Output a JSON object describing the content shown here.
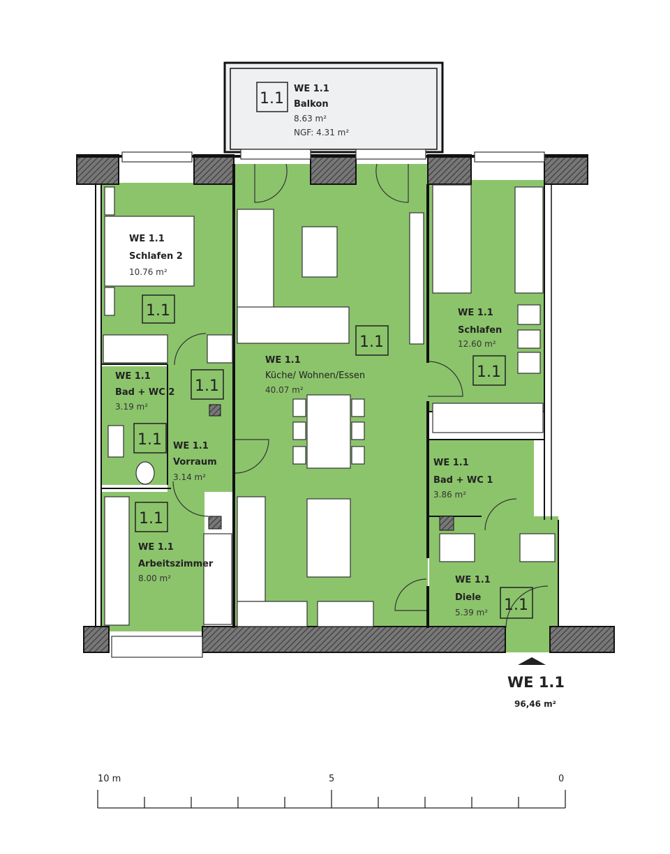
{
  "colors": {
    "room_fill": "#8cc46c",
    "balcony_fill": "#eef0f2",
    "wall": "#111111"
  },
  "unit_tag": "1.1",
  "rooms": [
    {
      "unit": "WE 1.1",
      "name": "Balkon",
      "area": "8.63 m²",
      "extra": "NGF: 4.31 m²"
    },
    {
      "unit": "WE 1.1",
      "name": "Schlafen 2",
      "area": "10.76 m²"
    },
    {
      "unit": "WE 1.1",
      "name": "Küche/ Wohnen/Essen",
      "area": "40.07 m²"
    },
    {
      "unit": "WE 1.1",
      "name": "Schlafen",
      "area": "12.60 m²"
    },
    {
      "unit": "WE 1.1",
      "name": "Bad + WC 2",
      "area": "3.19 m²"
    },
    {
      "unit": "WE 1.1",
      "name": "Vorraum",
      "area": "3.14 m²"
    },
    {
      "unit": "WE 1.1",
      "name": "Bad + WC 1",
      "area": "3.86 m²"
    },
    {
      "unit": "WE 1.1",
      "name": "Arbeitszimmer",
      "area": "8.00 m²"
    },
    {
      "unit": "WE 1.1",
      "name": "Diele",
      "area": "5.39 m²"
    }
  ],
  "entrance": {
    "unit": "WE 1.1",
    "total_area": "96,46 m²"
  },
  "scale_bar": {
    "labels": [
      "10 m",
      "5",
      "0"
    ],
    "divisions": 10
  }
}
